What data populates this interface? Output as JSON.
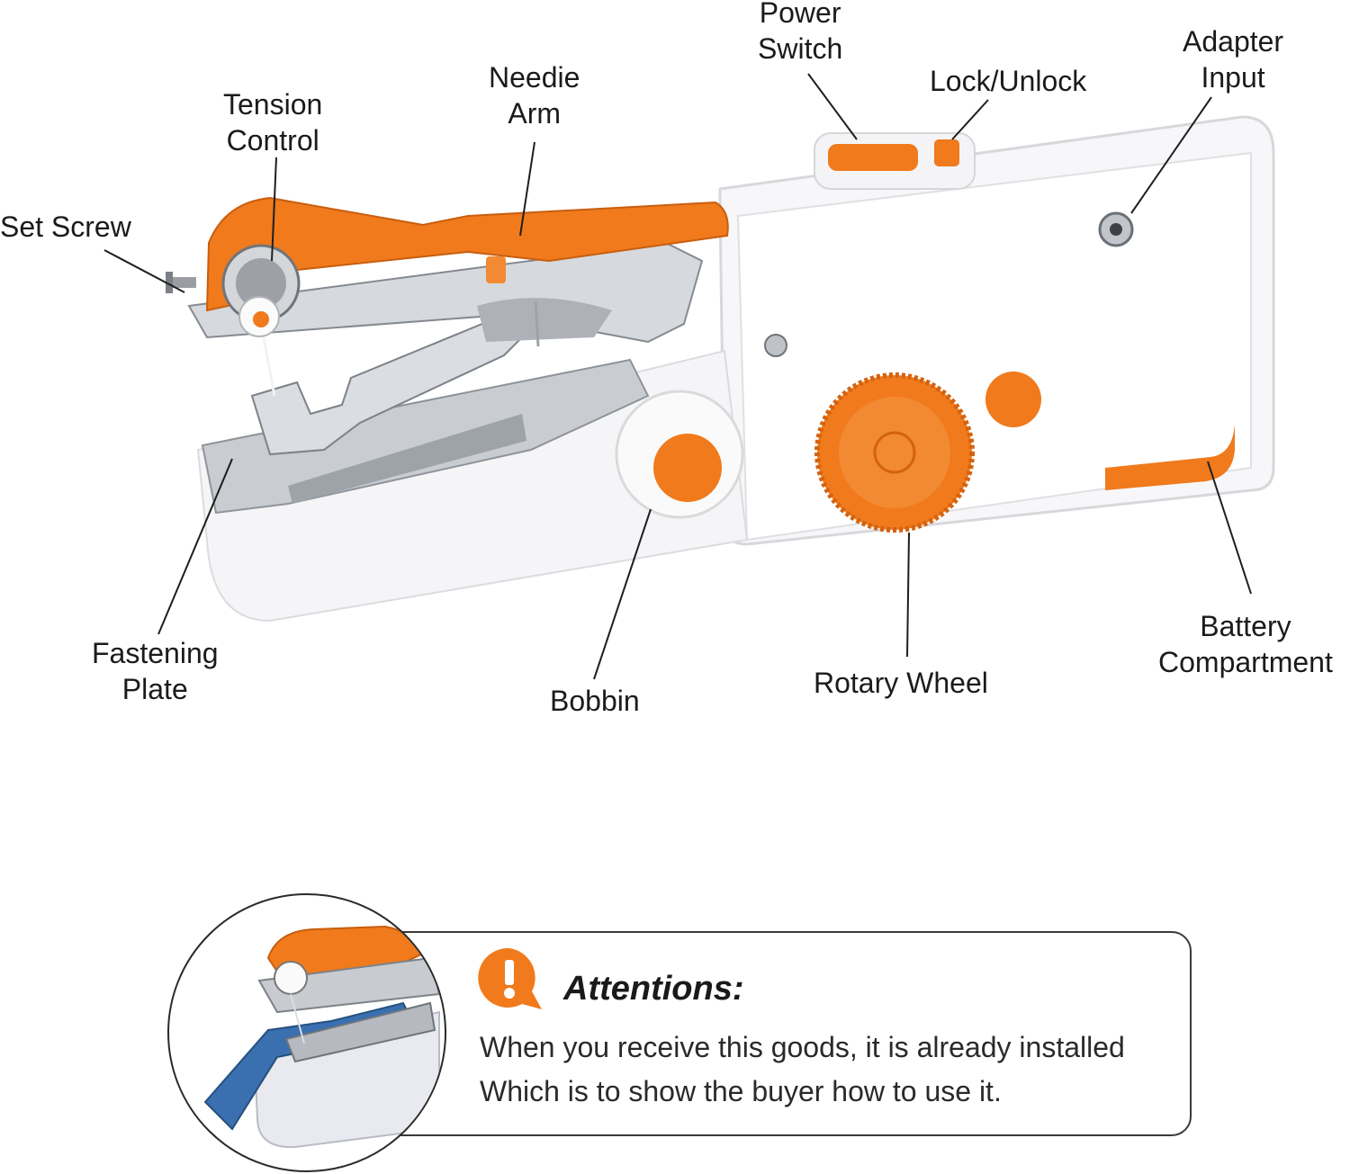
{
  "labels": {
    "set_screw": "Set Screw",
    "tension_control": [
      "Tension",
      "Control"
    ],
    "needle_arm": [
      "Needie",
      "Arm"
    ],
    "power_switch": [
      "Power",
      "Switch"
    ],
    "lock_unlock": "Lock/Unlock",
    "adapter_input": [
      "Adapter",
      "Input"
    ],
    "fastening_plate": [
      "Fastening",
      "Plate"
    ],
    "bobbin": "Bobbin",
    "rotary_wheel": "Rotary Wheel",
    "battery_compartment": [
      "Battery",
      "Compartment"
    ]
  },
  "notice": {
    "title": "Attentions:",
    "line1": "When you receive this goods, it is already installed",
    "line2": "Which is to show the buyer how to use it."
  },
  "colors": {
    "accent": "#f07a1c",
    "body": "#f4f4f6",
    "metal": "#b8bcc2",
    "fabric": "#3a6fb0"
  },
  "icons": {
    "warning": "exclamation-speech-bubble-icon"
  }
}
